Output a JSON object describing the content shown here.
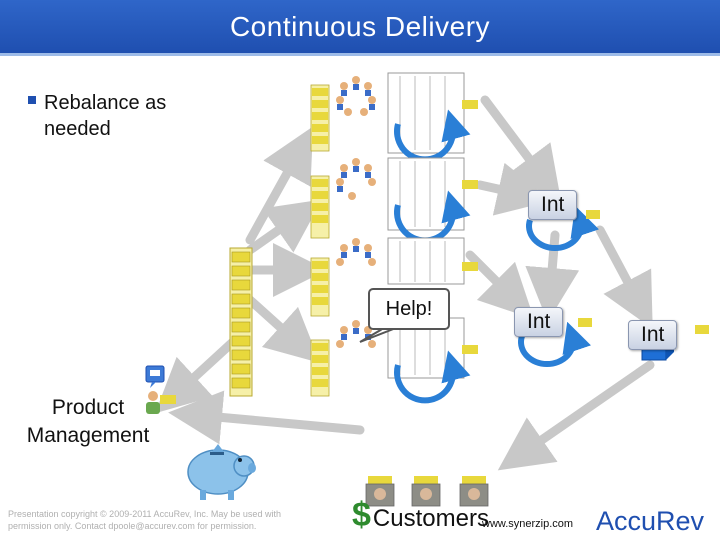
{
  "slide": {
    "title": "Continuous Delivery",
    "bullet": "Rebalance as needed"
  },
  "diagram": {
    "int_labels": [
      "Int",
      "Int",
      "Int"
    ],
    "help_label": "Help!",
    "product_management_label": "Product Management",
    "customers_dollar": "$",
    "customers_label": "Customers"
  },
  "footer": {
    "website": "www.synerzip.com",
    "copyright": "Presentation copyright © 2009-2011 AccuRev, Inc. May be used with permission only. Contact dpoole@accurev.com for permission.",
    "logo_text": "AccuRev"
  },
  "colors": {
    "title_bar": "#1f4fb0",
    "arrow_gray": "#c8c8c8",
    "cycle_blue": "#2a7fd6",
    "sticky_yellow": "#f2e84a",
    "dollar_green": "#2e8b2e",
    "piggy_blue": "#8cc2ea"
  }
}
